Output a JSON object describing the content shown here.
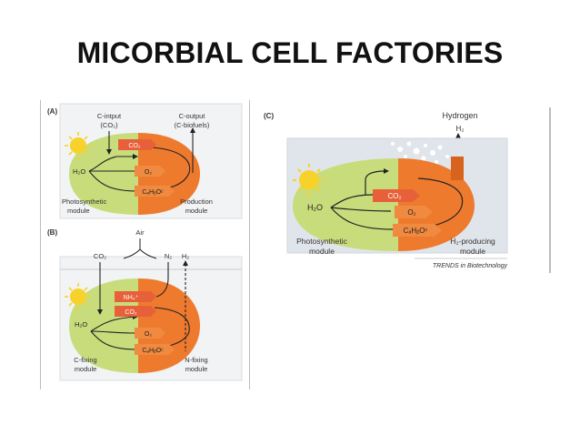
{
  "title": "MICORBIAL CELL FACTORIES",
  "panel_a": {
    "label": "(A)",
    "input_label_1": "C-intput",
    "input_label_2": "(CO₂)",
    "output_label_1": "C-output",
    "output_label_2": "(C-biofuels)",
    "h2o": "H₂O",
    "co2": "CO₂",
    "o2": "O₂",
    "carb": "CₐHᵦOᶜ",
    "left_module_1": "Photosynthetic",
    "left_module_2": "module",
    "right_module_1": "Production",
    "right_module_2": "module"
  },
  "panel_b": {
    "label": "(B)",
    "air": "Air",
    "co2_top": "CO₂",
    "n2": "N₂",
    "h2": "H₂",
    "nh4": "NH₄⁺",
    "co2": "CO₂",
    "o2": "O₂",
    "carb": "CₐHᵦOᶜ",
    "h2o": "H₂O",
    "left_module_1": "C-fixing",
    "left_module_2": "module",
    "right_module_1": "N-fixing",
    "right_module_2": "module"
  },
  "panel_c": {
    "label": "(C)",
    "hydrogen": "Hydrogen",
    "h2": "H₂",
    "h2o": "H₂O",
    "co2": "CO₂",
    "o2": "O₂",
    "carb": "CₐHᵦOᶜ",
    "left_module_1": "Photosynthetic",
    "left_module_2": "module",
    "right_module_1": "H₂-producing",
    "right_module_2": "module",
    "credit": "TRENDS in Biotechnology"
  },
  "colors": {
    "green": "#c9dc7c",
    "orange": "#ee7a2e",
    "dark_orange": "#d8631c",
    "sun": "#f7d22b",
    "panel": "#f1f3f5",
    "text": "#333333"
  }
}
